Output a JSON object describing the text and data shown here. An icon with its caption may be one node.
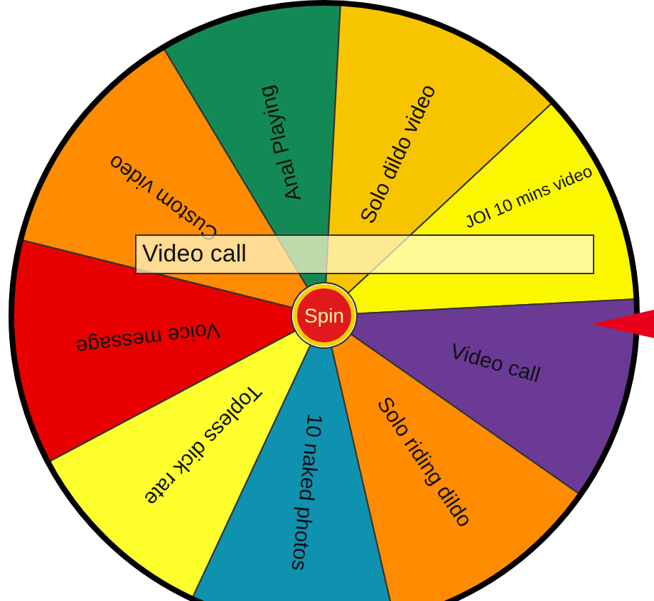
{
  "diagram": {
    "nodes": [
      {
        "text": [
          "Anal Playing"
        ]
      },
      {
        "text": [
          "Solo dildo video"
        ]
      },
      {
        "text": [
          "JOI 10 mins video"
        ]
      },
      {
        "text": [
          "Video call"
        ]
      },
      {
        "text": [
          "Solo riding dildo"
        ]
      },
      {
        "text": [
          "10 naked photos"
        ]
      },
      {
        "text": [
          "Topless dick rate"
        ]
      },
      {
        "text": [
          "Voice message"
        ]
      },
      {
        "text": [
          "Custom video"
        ]
      },
      {
        "text": [
          "Video call"
        ]
      },
      {
        "text": [
          "Spin"
        ]
      }
    ],
    "edges": []
  }
}
